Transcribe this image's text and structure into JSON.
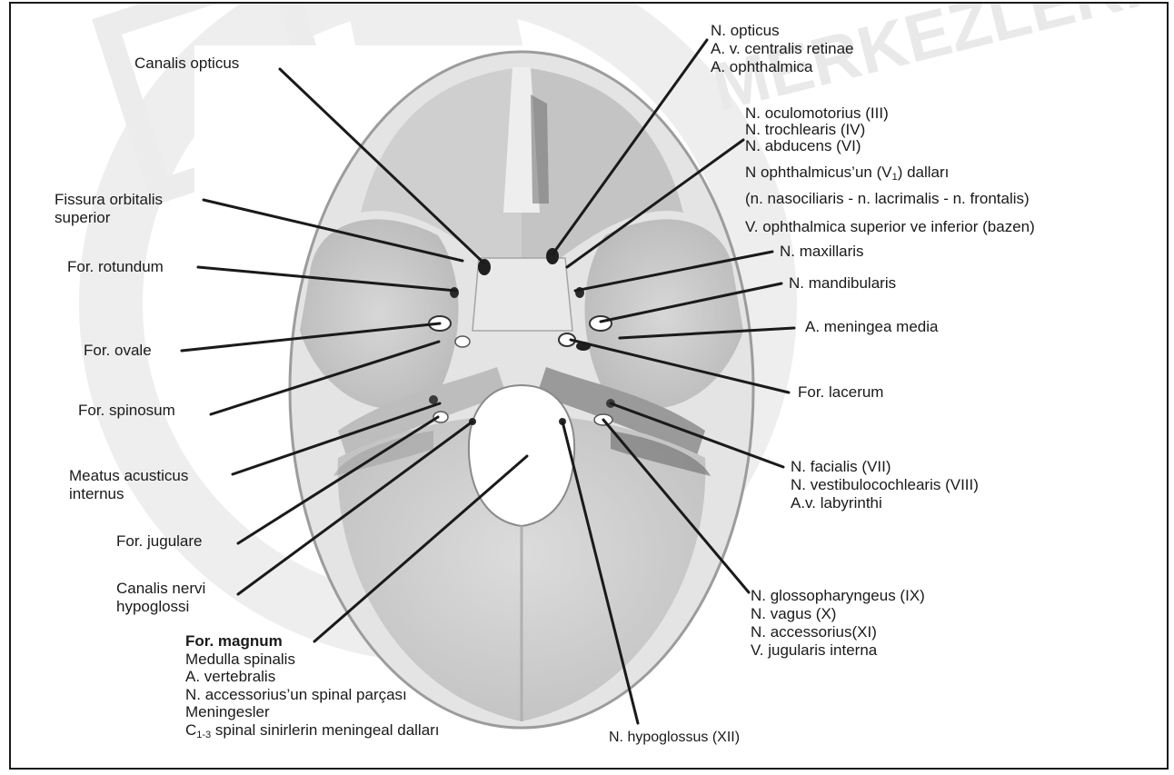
{
  "watermark": {
    "text": "MERKEZLERI",
    "color": "#e9e9e9"
  },
  "colors": {
    "line": "#1a1a1a",
    "bone_light": "#e6e6e6",
    "bone_mid": "#c9c9c9",
    "bone_dark": "#8e8e8e",
    "foramen": "#ffffff"
  },
  "left_labels": {
    "canalis_opticus": "Canalis opticus",
    "fissura_orbitalis_1": "Fissura orbitalis",
    "fissura_orbitalis_2": "superior",
    "for_rotundum": "For. rotundum",
    "for_ovale": "For. ovale",
    "for_spinosum": "For. spinosum",
    "meatus_1": "Meatus acusticus",
    "meatus_2": "internus",
    "for_jugulare": "For. jugulare",
    "canalis_hypoglossi_1": "Canalis nervi",
    "canalis_hypoglossi_2": "hypoglossi"
  },
  "for_magnum": {
    "title": "For. magnum",
    "lines": [
      "Medulla spinalis",
      "A. vertebralis",
      "N. accessorius’un spinal parçası",
      "Meningesler"
    ],
    "last_prefix": "C",
    "last_sub": "1-3",
    "last_suffix": " spinal sinirlerin meningeal dalları"
  },
  "right_labels": {
    "optic_1": "N. opticus",
    "optic_2": "A. v. centralis retinae",
    "optic_3": "A. ophthalmica",
    "sof_1": "N. oculomotorius (III)",
    "sof_2": "N. trochlearis (IV)",
    "sof_3": "N. abducens (VI)",
    "sof_4_prefix": "N  ophthalmicus’un (V",
    "sof_4_sub": "1",
    "sof_4_suffix": ") dalları",
    "sof_5": "(n. nasociliaris - n. lacrimalis - n. frontalis)",
    "sof_6": "V. ophthalmica superior ve inferior (bazen)",
    "maxillaris": "N. maxillaris",
    "mandibularis": "N. mandibularis",
    "meningea": "A. meningea media",
    "lacerum": "For. lacerum",
    "facialis_1": "N. facialis (VII)",
    "facialis_2": "N. vestibulocochlearis (VIII)",
    "facialis_3": "A.v. labyrinthi",
    "glosso_1": "N. glossopharyngeus (IX)",
    "glosso_2": "N. vagus (X)",
    "glosso_3": "N. accessorius(XI)",
    "glosso_4": "V. jugularis interna"
  },
  "bottom_label": "N. hypoglossus (XII)"
}
